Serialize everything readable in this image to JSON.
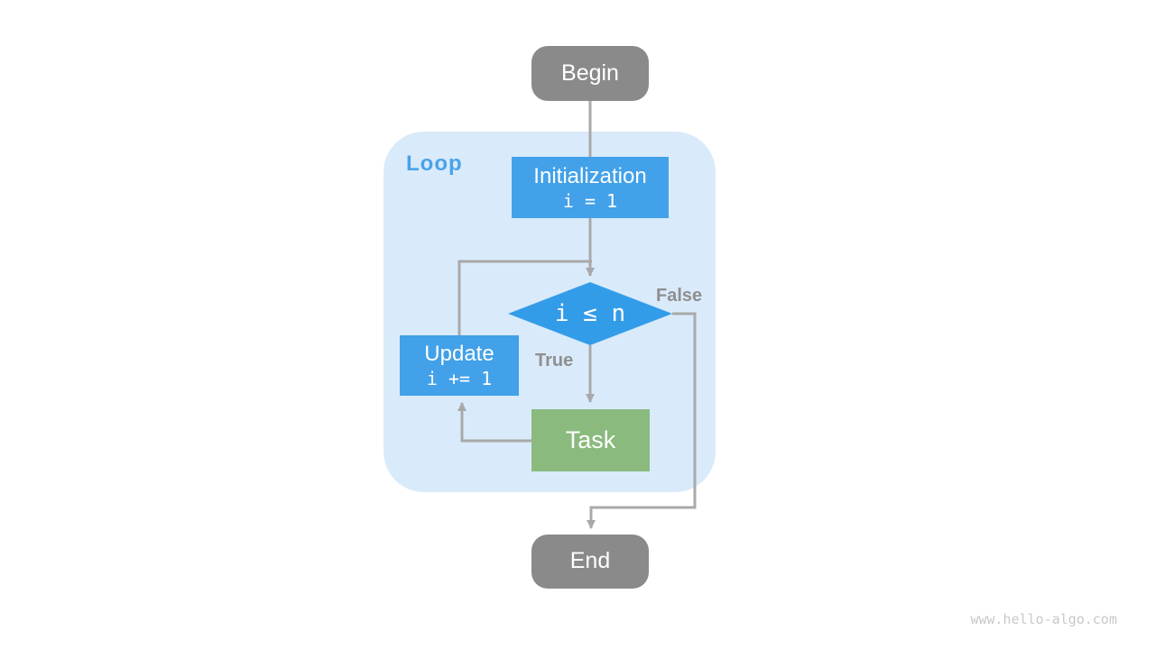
{
  "diagram": {
    "loop_label": "Loop",
    "nodes": {
      "begin": {
        "label": "Begin"
      },
      "initialization": {
        "title": "Initialization",
        "code": "i = 1"
      },
      "condition": {
        "code": "i ≤ n"
      },
      "update": {
        "title": "Update",
        "code": "i += 1"
      },
      "task": {
        "label": "Task"
      },
      "end": {
        "label": "End"
      }
    },
    "edge_labels": {
      "true": "True",
      "false": "False"
    }
  },
  "watermark": "www.hello-algo.com",
  "colors": {
    "terminal": "#8a8a8a",
    "process_blue": "#42a1e8",
    "diamond": "#339ce9",
    "task_green": "#8aba7e",
    "container": "#d9eafb",
    "loop_label": "#4aa3e8",
    "arrow": "#a9a9a9",
    "edge_label": "#8f8f8f",
    "watermark": "#c8c8c8"
  }
}
